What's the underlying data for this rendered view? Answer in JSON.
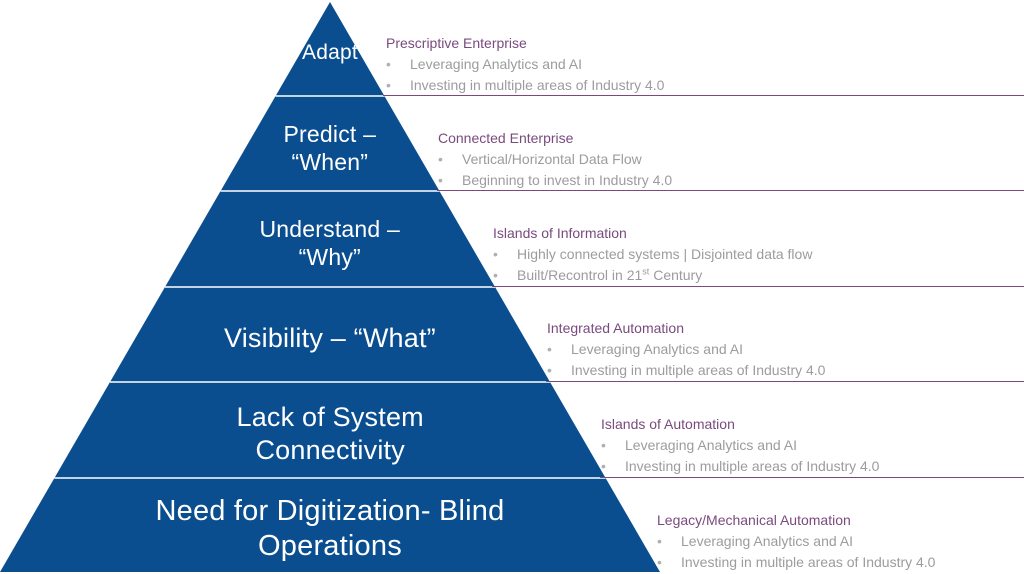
{
  "pyramid": {
    "fill_color": "#0b4e8f",
    "separator_color": "#ffffff",
    "tiers": [
      {
        "lines": [
          "Adapt"
        ]
      },
      {
        "lines": [
          "Predict –",
          "“When”"
        ]
      },
      {
        "lines": [
          "Understand –",
          "“Why”"
        ]
      },
      {
        "lines": [
          "Visibility – “What”"
        ]
      },
      {
        "lines": [
          "Lack of System",
          "Connectivity"
        ]
      },
      {
        "lines": [
          "Need for Digitization- Blind",
          "Operations"
        ]
      }
    ]
  },
  "descriptions": {
    "title_color": "#7a4a7e",
    "bullet_color": "#9c9c9c",
    "items": [
      {
        "title": "Prescriptive Enterprise",
        "bullets": [
          {
            "text": "Leveraging Analytics and AI"
          },
          {
            "text": "Investing in multiple areas of Industry 4.0"
          }
        ]
      },
      {
        "title": "Connected Enterprise",
        "bullets": [
          {
            "text": "Vertical/Horizontal Data Flow"
          },
          {
            "text": "Beginning to invest in Industry 4.0"
          }
        ]
      },
      {
        "title": "Islands of Information",
        "bullets": [
          {
            "text": "Highly connected systems | Disjointed data flow"
          },
          {
            "text": "Built/Recontrol in 21",
            "sup": "st",
            "suffix": " Century"
          }
        ]
      },
      {
        "title": "Integrated Automation",
        "bullets": [
          {
            "text": "Leveraging Analytics and AI"
          },
          {
            "text": "Investing in multiple areas of Industry 4.0"
          }
        ]
      },
      {
        "title": "Islands of Automation",
        "bullets": [
          {
            "text": "Leveraging Analytics and AI"
          },
          {
            "text": "Investing in multiple areas of Industry 4.0"
          }
        ]
      },
      {
        "title": "Legacy/Mechanical Automation",
        "bullets": [
          {
            "text": "Leveraging Analytics and AI"
          },
          {
            "text": "Investing in multiple areas of Industry 4.0"
          }
        ]
      }
    ]
  }
}
